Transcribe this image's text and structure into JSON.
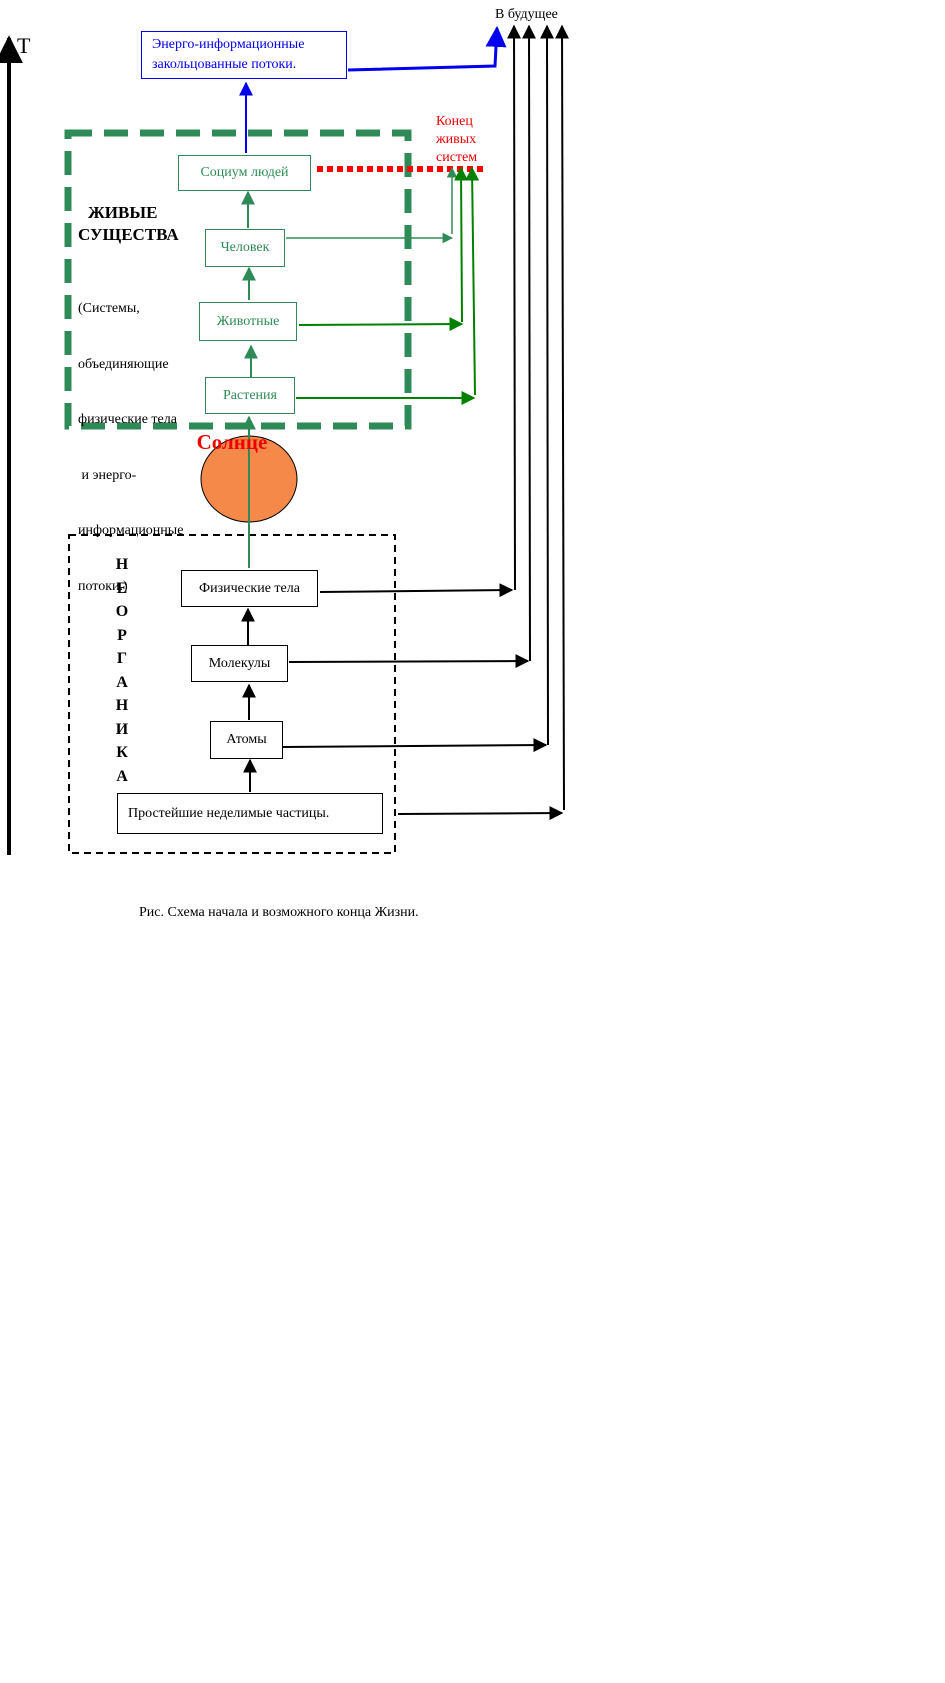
{
  "time_axis_label": "T",
  "future_label": "В будущее",
  "energy_flows_box": "Энерго-информационные закольцованные потоки.",
  "end_of_life_label": [
    "Конец",
    "живых",
    "систем"
  ],
  "living_beings": {
    "title": [
      "ЖИВЫЕ",
      "СУЩЕСТВА"
    ],
    "description": [
      "(Системы,",
      "объединяющие",
      "физические тела",
      " и энерго-",
      "информационные",
      "потоки.)"
    ],
    "levels": [
      "Социум людей",
      "Человек",
      "Животные",
      "Растения"
    ]
  },
  "sun_label": "Солнце",
  "inorganic": {
    "letters": [
      "Н",
      "Е",
      "О",
      "Р",
      "Г",
      "А",
      "Н",
      "И",
      "К",
      "А"
    ],
    "levels": [
      "Физические тела",
      "Молекулы",
      "Атомы",
      "Простейшие неделимые частицы."
    ]
  },
  "caption": "Рис. Схема начала и возможного конца Жизни.",
  "colors": {
    "living_dashed_border": "#2e8b57",
    "living_text": "#2e8b57",
    "living_arrows": "#008000",
    "energy_flows": "#0000ee",
    "end_line": "#ff0000",
    "sun_fill": "#f4894a",
    "end_label": "#ee0000"
  }
}
